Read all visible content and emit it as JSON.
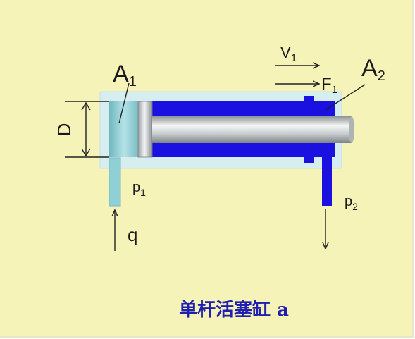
{
  "labels": {
    "a1_main": "A",
    "a1_sub": "1",
    "a2_main": "A",
    "a2_sub": "2",
    "v1_main": "V",
    "v1_sub": "1",
    "f1_main": "F",
    "f1_sub": "1",
    "d": "D",
    "p1_main": "p",
    "p1_sub": "1",
    "p2_main": "p",
    "p2_sub": "2",
    "q": "q"
  },
  "caption": "单杆活塞缸 a",
  "colors": {
    "background": "#f6f3b8",
    "cylinder_shell": "#d6eef0",
    "oil_chamber_rod_side": "#1a10e0",
    "oil_chamber_cap_side": "#8fd0d6",
    "piston_rod": "#b8bcbf",
    "caption": "#2020b0"
  }
}
